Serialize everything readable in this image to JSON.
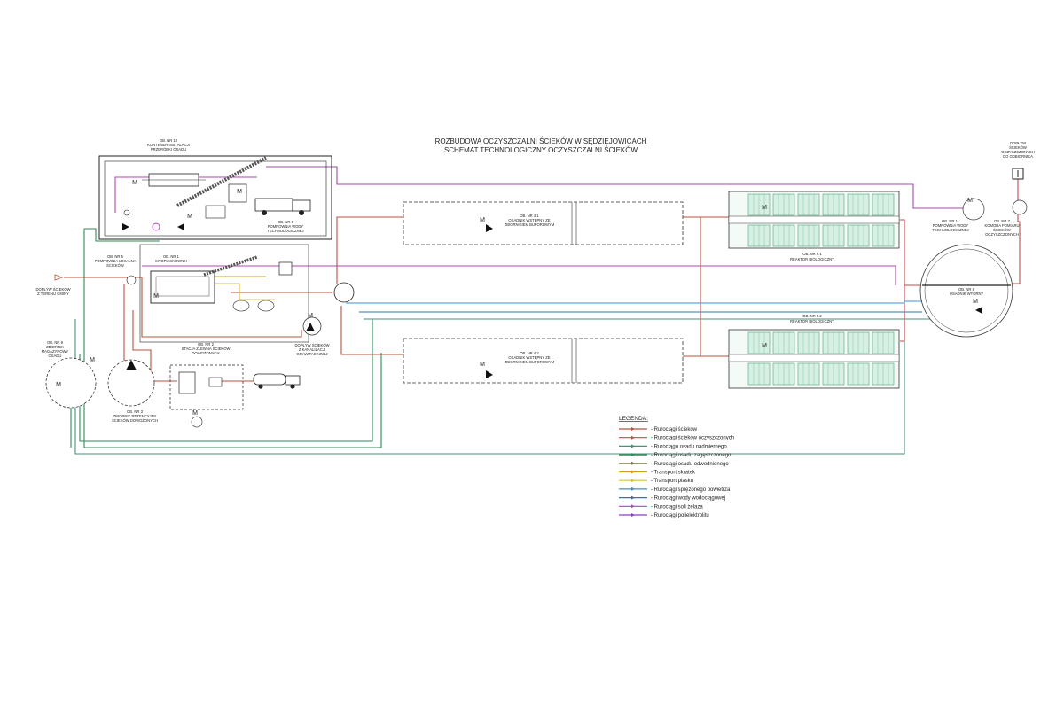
{
  "title": {
    "line1": "ROZBUDOWA OCZYSZCZALNI ŚCIEKÓW W SĘDZIEJOWICACH",
    "line2": "SCHEMAT TECHNOLOGICZNY OCZYSZCZALNI ŚCIEKÓW"
  },
  "colors": {
    "sewage": "#b5553f",
    "treated": "#c24a4a",
    "excess_sludge": "#4a8f7a",
    "thickened_sludge": "#2e8b57",
    "dewatered_sludge": "#7a7a3a",
    "screenings": "#d0a020",
    "sand": "#d8c040",
    "air": "#3f8fd0",
    "water": "#3a6fb0",
    "iron_salt": "#b04ab0",
    "polyelectrolyte": "#8a3fbf",
    "motor": "#3050c0",
    "tank_fill": "#d6f1e4",
    "tank_line": "#4aa07a"
  },
  "objects": {
    "ob10": {
      "l1": "OB. NR 10",
      "l2": "KONTENER INSTALACJI",
      "l3": "PRZERÓBKI OSADU"
    },
    "ob6": {
      "l1": "OB. NR 6",
      "l2": "POMPOWNIA WODY",
      "l3": "TECHNOLOGICZNEJ"
    },
    "ob5": {
      "l1": "OB. NR 5",
      "l2": "POMPOWNIA LOKALNA",
      "l3": "ŚCIEKÓW"
    },
    "ob1": {
      "l1": "OB. NR 1",
      "l2": "SITOPIASKOWNIK"
    },
    "inlet1": {
      "l1": "DOPŁYW ŚCIEKÓW",
      "l2": "Z TERENU GMINY"
    },
    "ob9": {
      "l1": "OB. NR 9",
      "l2": "ZBIORNIK",
      "l3": "MAGAZYNOWY",
      "l4": "OSADU"
    },
    "ob3": {
      "l1": "OB. NR 3",
      "l2": "ZBIORNIK RETENCYJNY",
      "l3": "ŚCIEKÓW DOWOŻONYCH"
    },
    "ob2": {
      "l1": "OB. NR 2",
      "l2": "STACJA ZLEWNA ŚCIEKÓW",
      "l3": "DOWOŻONYCH"
    },
    "inlet2": {
      "l1": "DOPŁYW ŚCIEKÓW",
      "l2": "Z KANALIZACJI",
      "l3": "GRAWITACYJNEJ"
    },
    "ob41": {
      "l1": "OB. NR 4.1",
      "l2": "OSADNIK WSTĘPNY ZE",
      "l3": "ZBIORNIKIEM BUFOROWYM"
    },
    "ob42": {
      "l1": "OB. NR 4.2",
      "l2": "OSADNIK WSTĘPNY ZE",
      "l3": "ZBIORNIKIEM BUFOROWYM"
    },
    "ob51": {
      "l1": "OB. NR 5.1",
      "l2": "REAKTOR BIOLOGICZNY"
    },
    "ob52": {
      "l1": "OB. NR 5.2",
      "l2": "REAKTOR BIOLOGICZNY"
    },
    "ob8": {
      "l1": "OB. NR 8",
      "l2": "OSADNIK WTÓRNY"
    },
    "ob11": {
      "l1": "OB. NR 11",
      "l2": "POMPOWNIA WODY",
      "l3": "TECHNOLOGICZNEJ"
    },
    "ob7": {
      "l1": "OB. NR 7",
      "l2": "KOMORA POMIARU",
      "l3": "ŚCIEKÓW",
      "l4": "OCZYSZCZONYCH"
    },
    "outlet": {
      "l1": "ODPŁYW",
      "l2": "ŚCIEKÓW",
      "l3": "OCZYSZCZONYCH",
      "l4": "DO ODBIORNIKA"
    }
  },
  "motor_label": "M",
  "legend": {
    "title": "LEGENDA:",
    "items": [
      {
        "label": "- Rurociągi ścieków",
        "color": "#b5553f"
      },
      {
        "label": "- Rurociągi ścieków oczyszczonych",
        "color": "#c24a4a"
      },
      {
        "label": "- Rurociągu osadu nadmiernego",
        "color": "#4a8f7a"
      },
      {
        "label": "- Rurociągi osadu zagęszczonego",
        "color": "#2e8b57"
      },
      {
        "label": "- Rurociągi osadu odwodnionego",
        "color": "#7a7a3a"
      },
      {
        "label": "- Transport skratek",
        "color": "#d0a020"
      },
      {
        "label": "- Transport piasku",
        "color": "#d8c040"
      },
      {
        "label": "- Rurociągi sprężonego powietrza",
        "color": "#3f8fd0"
      },
      {
        "label": "- Rurociągi wody wodociągowej",
        "color": "#3a6fb0"
      },
      {
        "label": "- Rurociągi soli żelaza",
        "color": "#b04ab0"
      },
      {
        "label": "- Rurociągi polielektrolitu",
        "color": "#8a3fbf"
      }
    ]
  }
}
